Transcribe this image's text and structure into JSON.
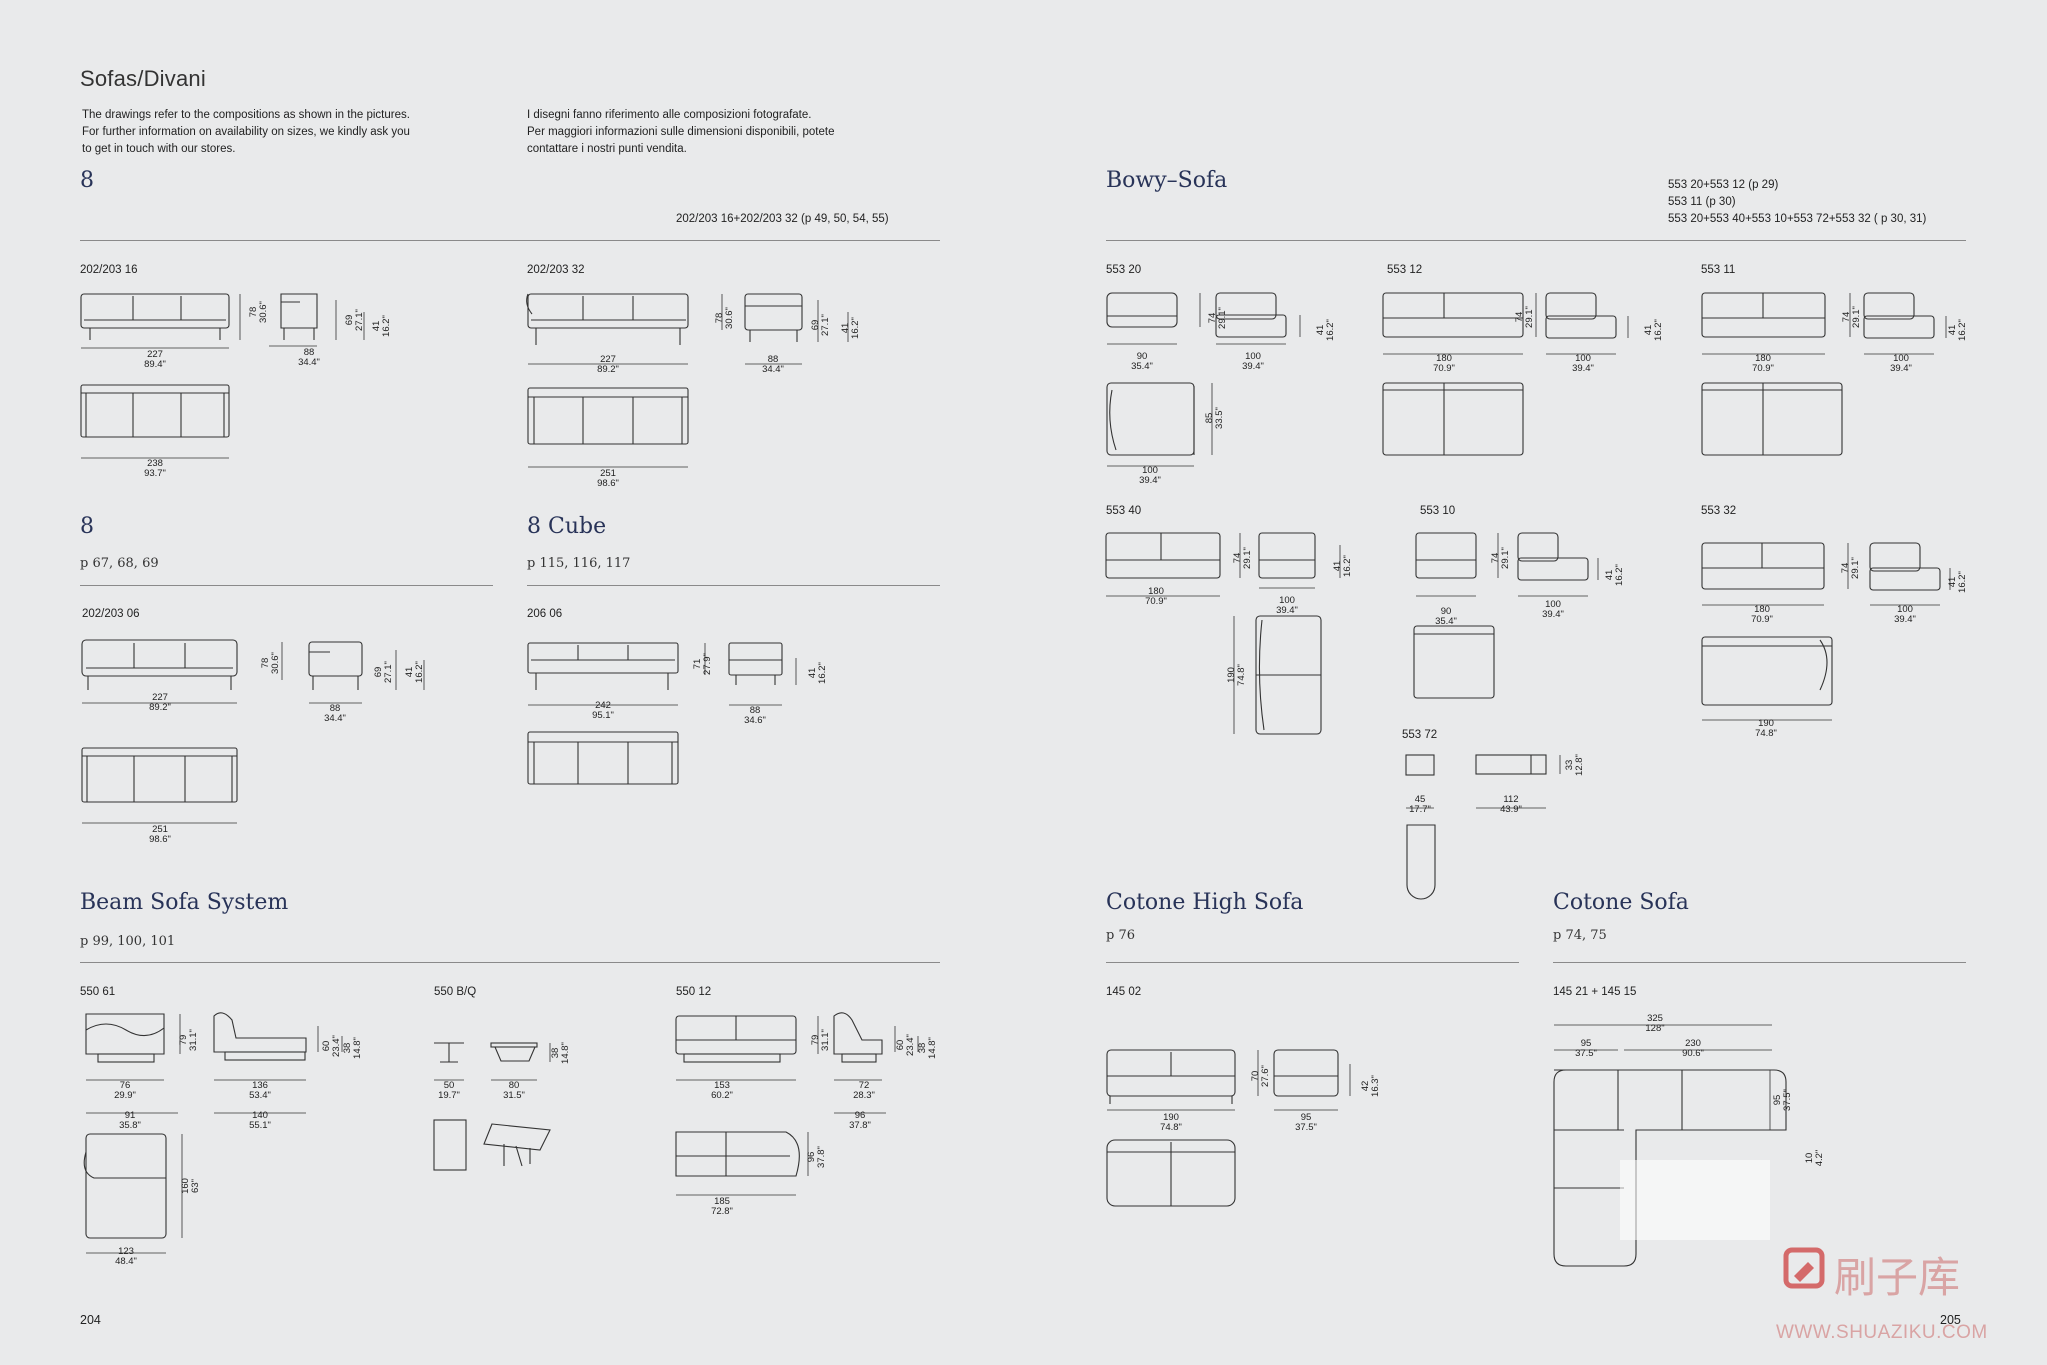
{
  "header": {
    "title": "Sofas/Divani",
    "intro_en": [
      "The drawings refer to the compositions as shown in the pictures.",
      "For further information on availability on sizes, we kindly ask you",
      "to get in touch with our stores."
    ],
    "intro_it": [
      "I disegni fanno riferimento alle composizioni fotografate.",
      "Per maggiori informazioni sulle dimensioni disponibili, potete",
      "contattare i nostri punti vendita."
    ]
  },
  "sections": {
    "eight_a": {
      "title": "8",
      "refs": [
        "202/203 16+202/203 32 (p 49, 50, 54, 55)"
      ],
      "codes": [
        "202/203 16",
        "202/203 32"
      ]
    },
    "eight_b": {
      "title": "8",
      "pages": "p 67, 68, 69",
      "codes": [
        "202/203 06"
      ]
    },
    "eight_cube": {
      "title": "8 Cube",
      "pages": "p 115, 116, 117",
      "codes": [
        "206 06"
      ]
    },
    "bowy": {
      "title": "Bowy–Sofa",
      "refs": [
        "553 20+553 12 (p 29)",
        "553 11 (p 30)",
        "553 20+553 40+553 10+553 72+553 32 ( p 30, 31)"
      ],
      "codes": [
        "553 20",
        "553 12",
        "553 11",
        "553 40",
        "553 10",
        "553 32",
        "553 72"
      ]
    },
    "beam": {
      "title": "Beam Sofa System",
      "pages": "p 99, 100, 101",
      "codes": [
        "550 61",
        "550 B/Q",
        "550 12"
      ]
    },
    "cotone_high": {
      "title": "Cotone High Sofa",
      "pages": "p 76",
      "codes": [
        "145 02"
      ]
    },
    "cotone": {
      "title": "Cotone Sofa",
      "pages": "p 74, 75",
      "codes": [
        "145 21 + 145 15"
      ]
    }
  },
  "dims": {
    "d8a": [
      [
        "227",
        "89.4\""
      ],
      [
        "78",
        "30.6\""
      ],
      [
        "88",
        "34.4\""
      ],
      [
        "69",
        "27.1\""
      ],
      [
        "41",
        "16.2\""
      ],
      [
        "238",
        "93.7\""
      ]
    ],
    "d8b": [
      [
        "227",
        "89.2\""
      ],
      [
        "78",
        "30.6\""
      ],
      [
        "88",
        "34.4\""
      ],
      [
        "69",
        "27.1\""
      ],
      [
        "41",
        "16.2\""
      ],
      [
        "251",
        "98.6\""
      ]
    ],
    "d8c": [
      [
        "227",
        "89.2\""
      ],
      [
        "78",
        "30.6\""
      ],
      [
        "88",
        "34.4\""
      ],
      [
        "69",
        "27.1\""
      ],
      [
        "41",
        "16.2\""
      ],
      [
        "251",
        "98.6\""
      ]
    ],
    "dcube": [
      [
        "242",
        "95.1\""
      ],
      [
        "71",
        "27.9\""
      ],
      [
        "88",
        "34.6\""
      ],
      [
        "41",
        "16.2\""
      ]
    ],
    "b20": [
      [
        "90",
        "35.4\""
      ],
      [
        "74",
        "29.1\""
      ],
      [
        "100",
        "39.4\""
      ],
      [
        "41",
        "16.2\""
      ],
      [
        "85",
        "33.5\""
      ],
      [
        "100",
        "39.4\""
      ]
    ],
    "b12": [
      [
        "180",
        "70.9\""
      ],
      [
        "74",
        "29.1\""
      ],
      [
        "100",
        "39.4\""
      ],
      [
        "41",
        "16.2\""
      ]
    ],
    "b11": [
      [
        "180",
        "70.9\""
      ],
      [
        "74",
        "29.1\""
      ],
      [
        "100",
        "39.4\""
      ],
      [
        "41",
        "16.2\""
      ]
    ],
    "b40": [
      [
        "180",
        "70.9\""
      ],
      [
        "74",
        "29.1\""
      ],
      [
        "100",
        "39.4\""
      ],
      [
        "41",
        "16.2\""
      ],
      [
        "190",
        "74.8\""
      ]
    ],
    "b10": [
      [
        "90",
        "35.4\""
      ],
      [
        "74",
        "29.1\""
      ],
      [
        "100",
        "39.4\""
      ],
      [
        "41",
        "16.2\""
      ]
    ],
    "b32": [
      [
        "180",
        "70.9\""
      ],
      [
        "74",
        "29.1\""
      ],
      [
        "100",
        "39.4\""
      ],
      [
        "41",
        "16.2\""
      ],
      [
        "190",
        "74.8\""
      ]
    ],
    "b72": [
      [
        "45",
        "17.7\""
      ],
      [
        "112",
        "43.9\""
      ],
      [
        "33",
        "12.8\""
      ]
    ],
    "beam61": [
      [
        "76",
        "29.9\""
      ],
      [
        "79",
        "31.1\""
      ],
      [
        "136",
        "53.4\""
      ],
      [
        "60",
        "23.4\""
      ],
      [
        "38",
        "14.8\""
      ],
      [
        "91",
        "35.8\""
      ],
      [
        "140",
        "55.1\""
      ],
      [
        "160",
        "63\""
      ],
      [
        "123",
        "48.4\""
      ]
    ],
    "beamBQ": [
      [
        "50",
        "19.7\""
      ],
      [
        "80",
        "31.5\""
      ],
      [
        "38",
        "14.8\""
      ]
    ],
    "beam12": [
      [
        "153",
        "60.2\""
      ],
      [
        "79",
        "31.1\""
      ],
      [
        "72",
        "28.3\""
      ],
      [
        "60",
        "23.4\""
      ],
      [
        "38",
        "14.8\""
      ],
      [
        "96",
        "37.8\""
      ],
      [
        "185",
        "72.8\""
      ],
      [
        "96",
        "37.8\""
      ]
    ],
    "ch": [
      [
        "190",
        "74.8\""
      ],
      [
        "70",
        "27.6\""
      ],
      [
        "95",
        "37.5\""
      ],
      [
        "42",
        "16.3\""
      ]
    ],
    "co": [
      [
        "325",
        "128\""
      ],
      [
        "95",
        "37.5\""
      ],
      [
        "230",
        "90.6\""
      ],
      [
        "95",
        "37.5\""
      ],
      [
        "10",
        "4.2\""
      ]
    ]
  },
  "page_numbers": {
    "left": "204",
    "right": "205"
  },
  "watermark": {
    "name": "刷子库",
    "url": "WWW.SHUAZIKU.COM"
  }
}
